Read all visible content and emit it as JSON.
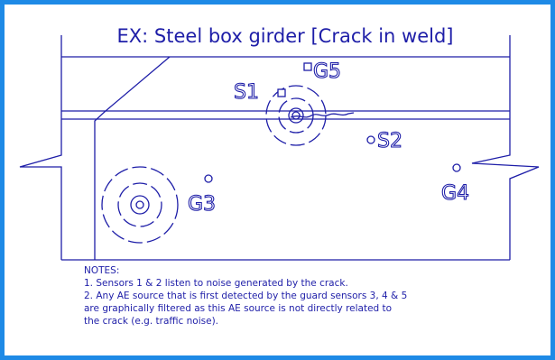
{
  "diagram": {
    "title": "EX: Steel box girder [Crack in weld]",
    "sensors": {
      "s1": "S1",
      "s2": "S2",
      "g3": "G3",
      "g4": "G4",
      "g5": "G5"
    },
    "notes": {
      "heading": "NOTES:",
      "lines": [
        "1. Sensors 1 & 2 listen to noise generated by the crack.",
        "2. Any AE source that is first detected by the guard sensors 3, 4 & 5",
        "are graphically filtered as this AE source is not directly related to",
        "the crack (e.g. traffic noise)."
      ]
    },
    "colors": {
      "border": "#1e8ae6",
      "ink": "#1e1ea8"
    }
  }
}
